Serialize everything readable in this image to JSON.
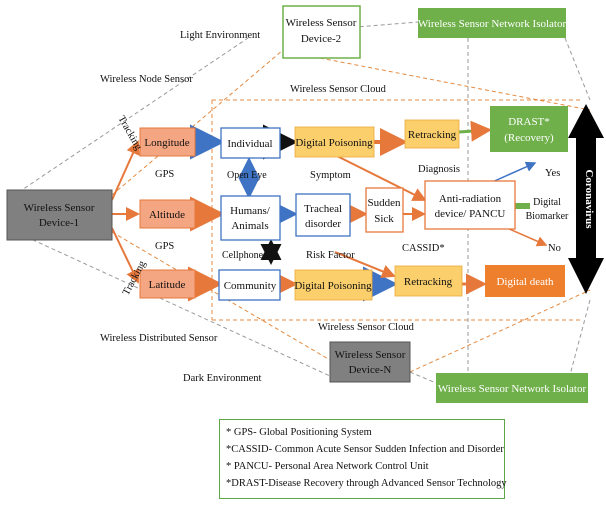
{
  "diagram": {
    "nodes": {
      "wsd1": "Wireless Sensor\nDevice-1",
      "wsd2": "Wireless Sensor\nDevice-2",
      "wsdn": "Wireless Sensor\nDevice-N",
      "isolator_top": "Wireless Sensor Network Isolator",
      "isolator_bottom": "Wireless Sensor Network Isolator",
      "longitude": "Longitude",
      "altitude": "Altitude",
      "latitude": "Latitude",
      "individual": "Individual",
      "humans_animals": "Humans/\nAnimals",
      "community": "Community",
      "digital_poisoning_top": "Digital Poisoning",
      "tracheal_disorder": "Tracheal\ndisorder",
      "digital_poisoning_bottom": "Digital Poisoning",
      "retracking_top": "Retracking",
      "sudden_sick": "Sudden\nSick",
      "anti_radiation": "Anti-radiation\ndevice/ PANCU",
      "retracking_bottom": "Retracking",
      "drast": "DRAST*\n(Recovery)",
      "digital_death": "Digital death",
      "coronavirus": "Coronavirus"
    },
    "labels": {
      "light_environment": "Light Environment",
      "wireless_node_sensor": "Wireless Node Sensor",
      "wireless_sensor_cloud_top": "Wireless Sensor Cloud",
      "tracking_top": "Tracking",
      "tracking_bottom": "Tracking",
      "gps_top": "GPS",
      "gps_bottom": "GPS",
      "open_eye": "Open Eye",
      "cellphone": "Cellphone",
      "symptom": "Symptom",
      "risk_factor": "Risk Factor",
      "diagnosis": "Diagnosis",
      "cassid": "CASSID*",
      "yes": "Yes",
      "no": "No",
      "digital_biomarker": "Digital\nBiomarker",
      "wireless_sensor_cloud_bottom": "Wireless Sensor Cloud",
      "wireless_distributed_sensor": "Wireless Distributed Sensor",
      "dark_environment": "Dark Environment"
    },
    "colors": {
      "orange_box": "#f4a582",
      "orange_border": "#e6783c",
      "yellow_box": "#fbcf6b",
      "green_box": "#6fb04a",
      "gray_box": "#808080",
      "blue_arrow": "#3f73c4",
      "orange_dash": "#e48a40",
      "gray_dash": "#9a9a9a"
    }
  },
  "legend": {
    "items": [
      "* GPS- Global Positioning System",
      "*CASSID- Common Acute Sensor Sudden Infection and Disorder",
      "* PANCU- Personal Area Network Control Unit",
      "*DRAST-Disease Recovery through Advanced Sensor Technology"
    ]
  }
}
